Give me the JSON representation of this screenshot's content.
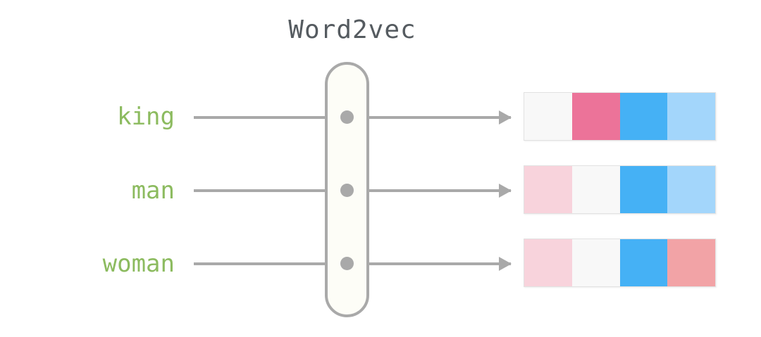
{
  "diagram": {
    "title": "Word2vec",
    "model_box": {
      "name": "word2vec-model",
      "fill_color": "#fdfdf7",
      "border_color": "#a9a9a9"
    },
    "label_color": "#8cbb5f",
    "title_color": "#555b60",
    "connector_color": "#a9a9a9",
    "rows": [
      {
        "word": "king",
        "vector": [
          "#f8f8f8",
          "#ec7399",
          "#45b1f5",
          "#a3d6fb"
        ]
      },
      {
        "word": "man",
        "vector": [
          "#f8d3dc",
          "#f8f8f8",
          "#45b1f5",
          "#a3d6fb"
        ]
      },
      {
        "word": "woman",
        "vector": [
          "#f8d3dc",
          "#f8f8f8",
          "#45b1f5",
          "#f2a3a6"
        ]
      }
    ]
  }
}
